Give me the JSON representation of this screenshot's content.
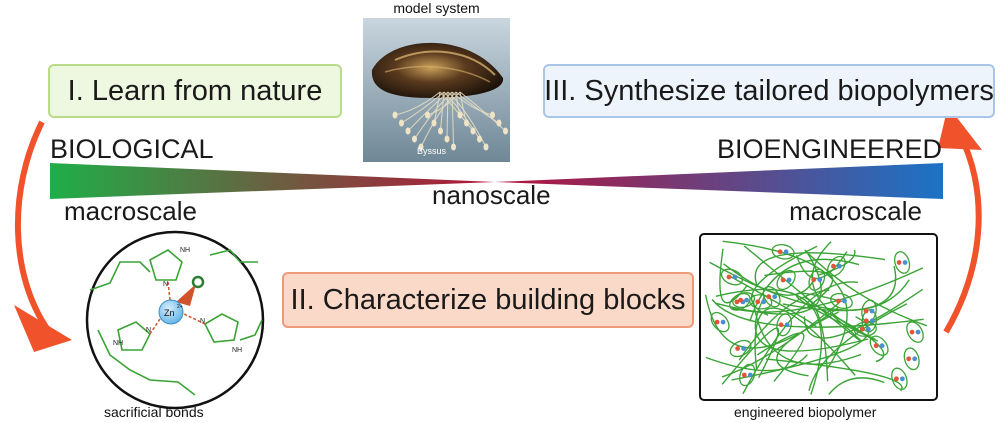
{
  "steps": {
    "learn": "I. Learn from nature",
    "characterize": "II. Characterize building blocks",
    "synthesize": "III. Synthesize tailored biopolymers"
  },
  "spectrum": {
    "left_label": "BIOLOGICAL",
    "right_label": "BIOENGINEERED",
    "left_scale": "macroscale",
    "center_scale": "nanoscale",
    "right_scale": "macroscale",
    "gradient_left": "#1fae48",
    "gradient_mid": "#b5123a",
    "gradient_right": "#1b73c6"
  },
  "photo": {
    "caption": "model system",
    "annotation": "Byssus"
  },
  "molecule": {
    "caption": "sacrificial bonds",
    "metal": "Zn",
    "metal_charge": "2+",
    "nh_label": "NH",
    "n_label": "N"
  },
  "network": {
    "caption": "engineered biopolymer"
  },
  "colors": {
    "arrow": "#f0532c",
    "learn_fill": "#eef7e0",
    "learn_border": "#b9dc8a",
    "characterize_fill": "#fbd9c8",
    "characterize_border": "#ee9a78",
    "synthesize_fill": "#eef4fb",
    "synthesize_border": "#a9c6e6",
    "network_green": "#3aa335"
  }
}
